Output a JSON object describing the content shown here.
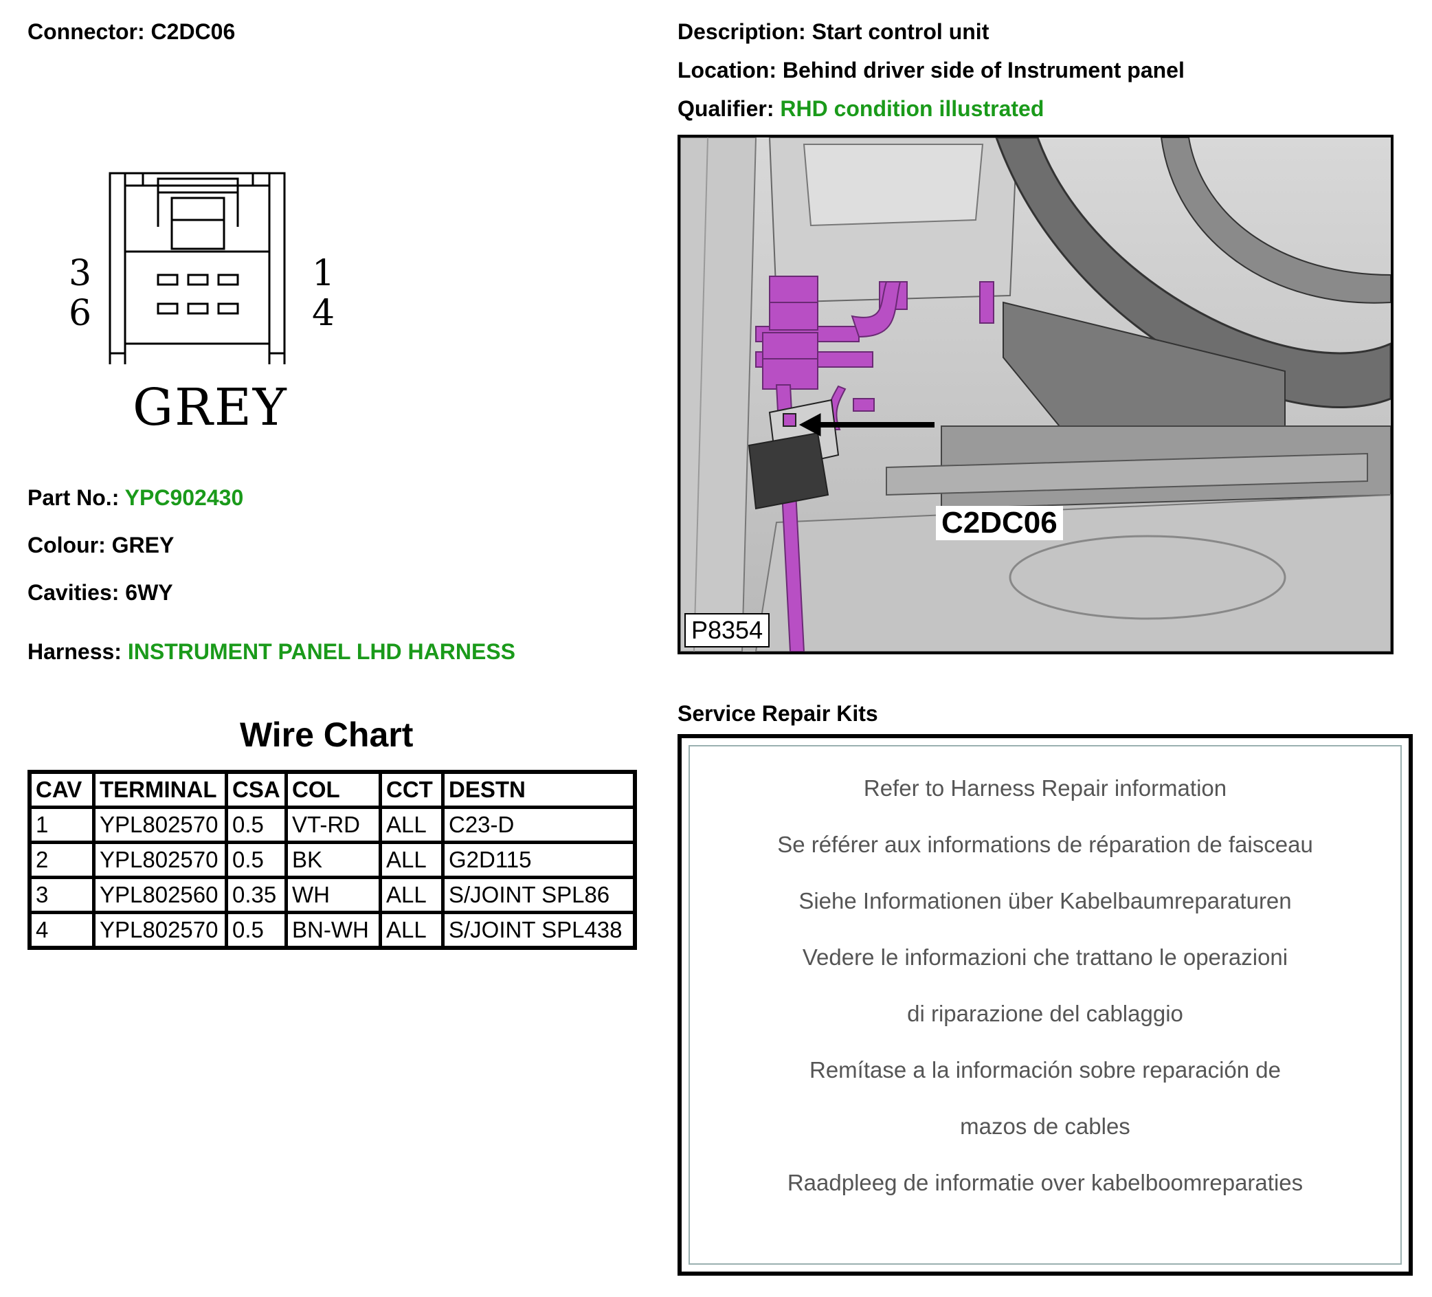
{
  "connector": {
    "label": "Connector:",
    "value": "C2DC06"
  },
  "description": {
    "label": "Description:",
    "value": "Start control unit"
  },
  "location": {
    "label": "Location:",
    "value": "Behind driver side of Instrument panel"
  },
  "qualifier": {
    "label": "Qualifier:",
    "value": "RHD condition illustrated"
  },
  "drawing": {
    "pins_left_top": "3",
    "pins_left_bottom": "6",
    "pins_right_top": "1",
    "pins_right_bottom": "4",
    "colour_text": "GREY"
  },
  "part_no": {
    "label": "Part No.:",
    "value": "YPC902430"
  },
  "colour": {
    "label": "Colour:",
    "value": "GREY"
  },
  "cavities": {
    "label": "Cavities:",
    "value": "6WY"
  },
  "harness": {
    "label": "Harness:",
    "value": "INSTRUMENT PANEL LHD HARNESS"
  },
  "wire_chart": {
    "title": "Wire Chart",
    "headers": [
      "CAV",
      "TERMINAL",
      "CSA",
      "COL",
      "CCT",
      "DESTN"
    ],
    "rows": [
      [
        "1",
        "YPL802570",
        "0.5",
        "VT-RD",
        "ALL",
        "C23-D"
      ],
      [
        "2",
        "YPL802570",
        "0.5",
        "BK",
        "ALL",
        "G2D115"
      ],
      [
        "3",
        "YPL802560",
        "0.35",
        "WH",
        "ALL",
        "S/JOINT SPL86"
      ],
      [
        "4",
        "YPL802570",
        "0.5",
        "BN-WH",
        "ALL",
        "S/JOINT SPL438"
      ]
    ]
  },
  "photo": {
    "callout": "C2DC06",
    "code": "P8354"
  },
  "service_repair_kits": {
    "title": "Service Repair Kits",
    "lines": [
      "Refer to Harness Repair information",
      "Se référer aux informations de réparation de faisceau",
      "Siehe Informationen über Kabelbaumreparaturen",
      "Vedere le informazioni che trattano le operazioni",
      "di riparazione del cablaggio",
      "Remítase a la información sobre reparación de",
      "mazos de cables",
      "Raadpleeg de informatie over kabelboomreparaties"
    ]
  },
  "colors": {
    "highlight_green": "#1a9a1a",
    "harness_purple": "#b84fc4"
  }
}
